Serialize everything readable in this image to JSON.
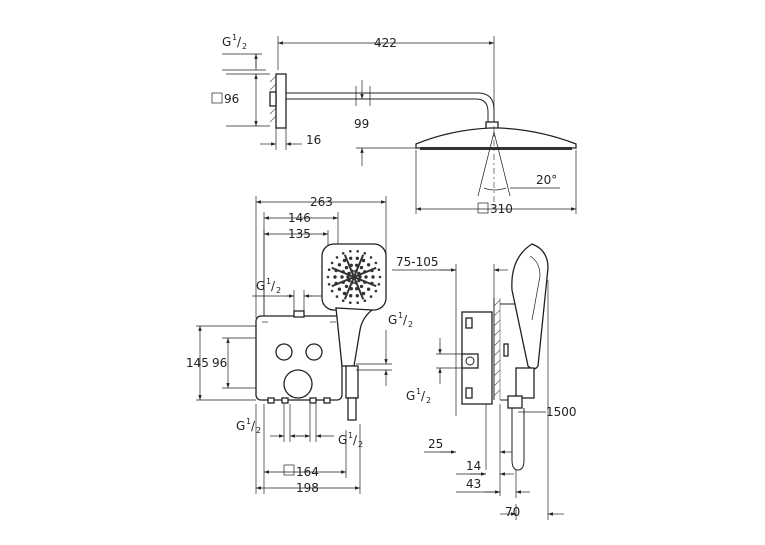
{
  "dimensions": {
    "top_width": "422",
    "top_flange": "96",
    "top_wall_depth": "16",
    "top_drop": "99",
    "top_angle": "20°",
    "top_head": "310",
    "left_width_total": "263",
    "left_width_mid": "146",
    "left_width_small": "135",
    "left_height_total": "145",
    "left_height_inner": "96",
    "left_bottom_inner": "164",
    "left_bottom_total": "198",
    "right_range": "75-105",
    "right_depth": "25",
    "right_depth_14": "14",
    "right_depth_43": "43",
    "right_width_70": "70",
    "hose_length": "1500"
  },
  "thread": {
    "main": "G",
    "sup": "1",
    "slash": "/",
    "den": "2"
  }
}
